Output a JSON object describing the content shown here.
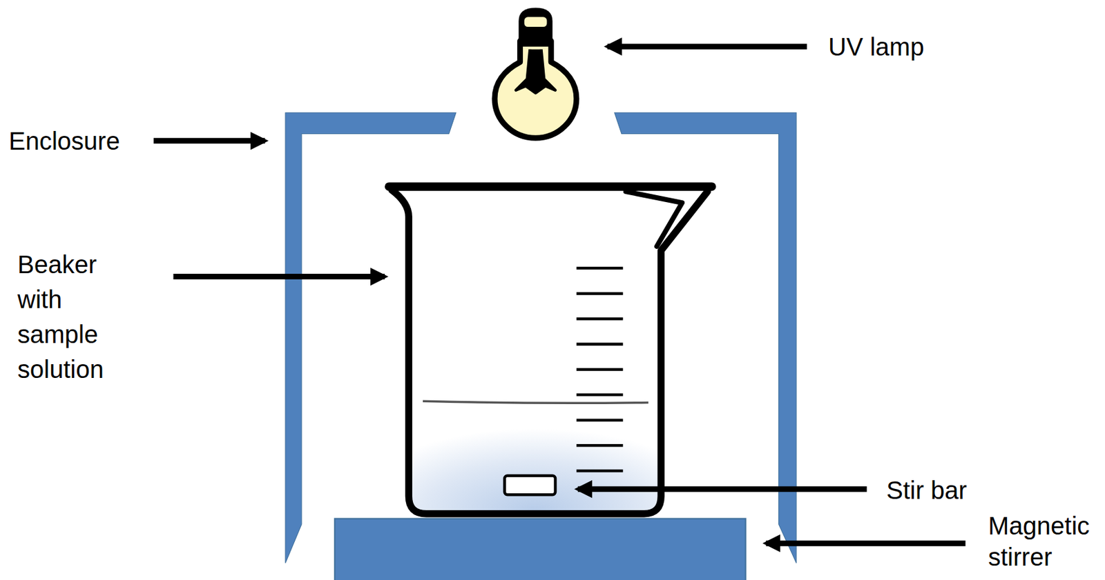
{
  "diagram": {
    "labels": [
      "UV lamp",
      "Enclosure",
      "Beaker with sample solution",
      "Stir bar",
      "Magnetic stirrer"
    ]
  }
}
